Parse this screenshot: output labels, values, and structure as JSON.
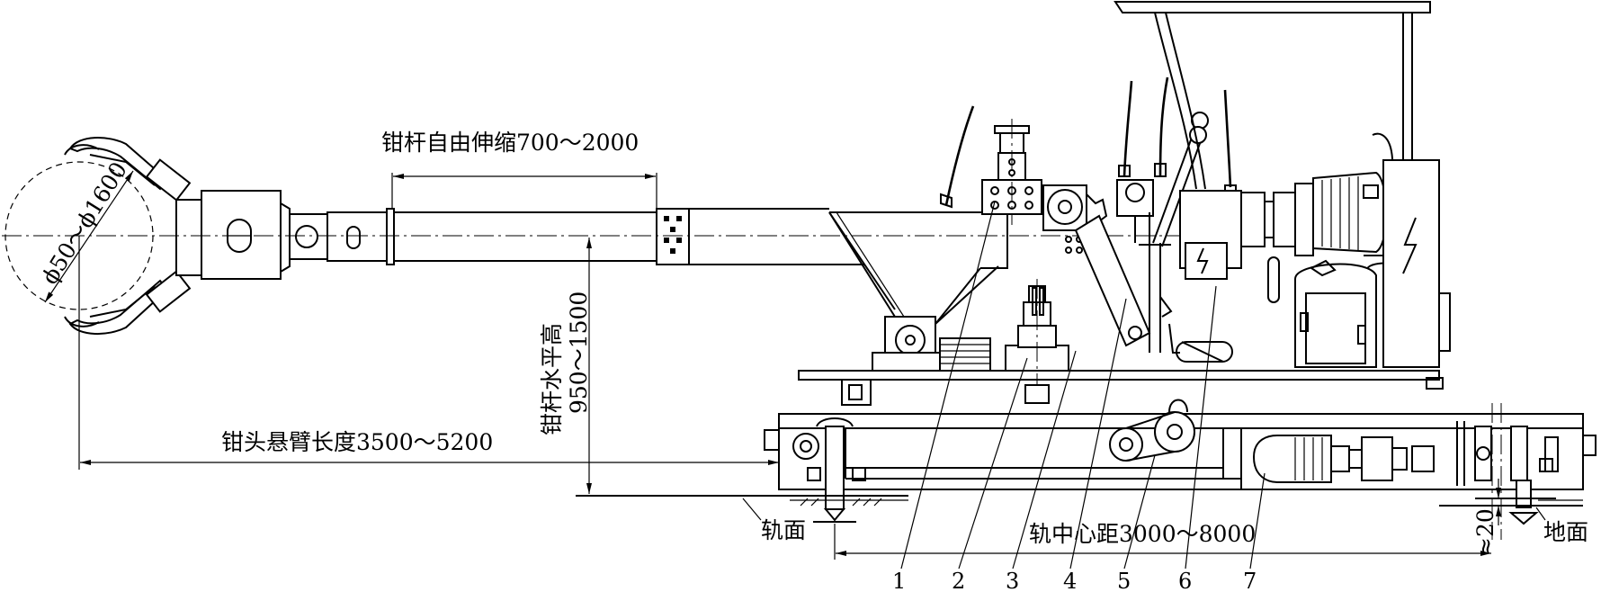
{
  "labels": {
    "clamp_diameter": "ϕ50～ϕ1600",
    "rod_extension": "钳杆自由伸缩700～2000",
    "rod_height_title": "钳杆水平高",
    "rod_height_value": "950～1500",
    "cantilever_length": "钳头悬臂长度3500～5200",
    "rail_surface": "轨面",
    "rail_center_distance": "轨中心距3000～8000",
    "approx_20": "≈20",
    "ground_surface": "地面"
  },
  "part_numbers": [
    "1",
    "2",
    "3",
    "4",
    "5",
    "6",
    "7"
  ]
}
